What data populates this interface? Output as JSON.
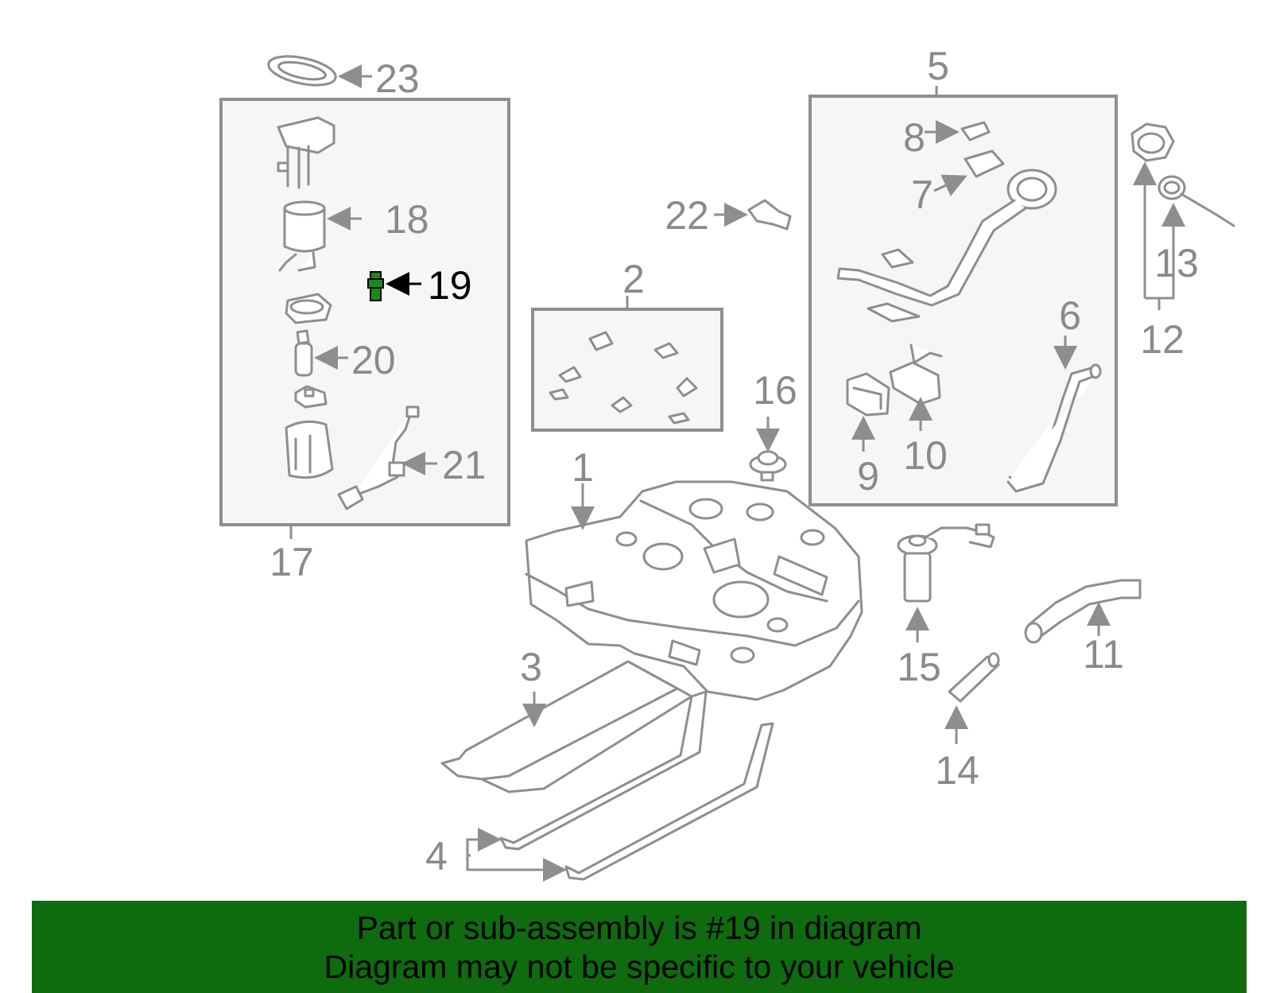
{
  "highlight_part": "19",
  "callouts": {
    "c1": "1",
    "c2": "2",
    "c3": "3",
    "c4": "4",
    "c5": "5",
    "c6": "6",
    "c7": "7",
    "c8": "8",
    "c9": "9",
    "c10": "10",
    "c11": "11",
    "c12": "12",
    "c13": "13",
    "c14": "14",
    "c15": "15",
    "c16": "16",
    "c17": "17",
    "c18": "18",
    "c19": "19",
    "c20": "20",
    "c21": "21",
    "c22": "22",
    "c23": "23"
  },
  "banner": {
    "line1": "Part or sub-assembly is #19 in diagram",
    "line2": "Diagram may not be specific to your vehicle"
  },
  "colors": {
    "line_gray": "#8e8e8e",
    "highlight": "#1a8a1a",
    "banner_bg": "#0e6b0e"
  }
}
